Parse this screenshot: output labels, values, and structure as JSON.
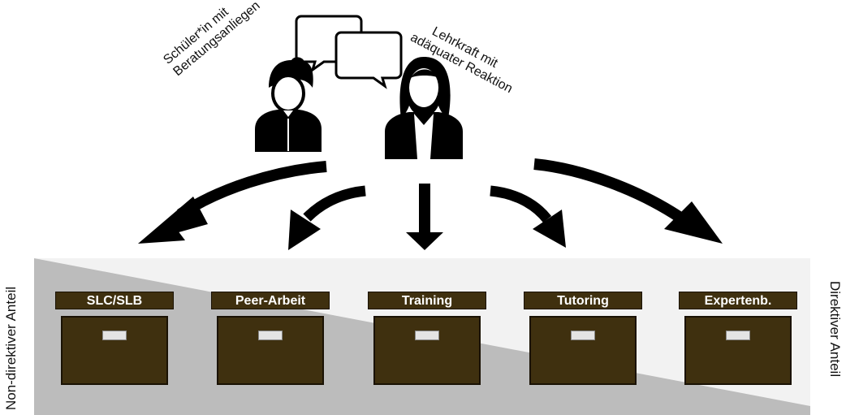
{
  "people": {
    "student_label": [
      "Schüler*in mit",
      "Beratungsanliegen"
    ],
    "teacher_label": [
      "Lehrkraft mit",
      "adäquater Reaktion"
    ]
  },
  "boxes": [
    {
      "label": "SLC/SLB"
    },
    {
      "label": "Peer-Arbeit"
    },
    {
      "label": "Training"
    },
    {
      "label": "Tutoring"
    },
    {
      "label": "Expertenb."
    }
  ],
  "axis": {
    "left_label": "Non-direktiver Anteil",
    "right_label": "Direktiver Anteil"
  },
  "colors": {
    "box_fill": "#3f300f",
    "nondirective_fill": "#bcbcbc",
    "directive_fill": "#f2f2f2",
    "arrow": "#000000"
  }
}
